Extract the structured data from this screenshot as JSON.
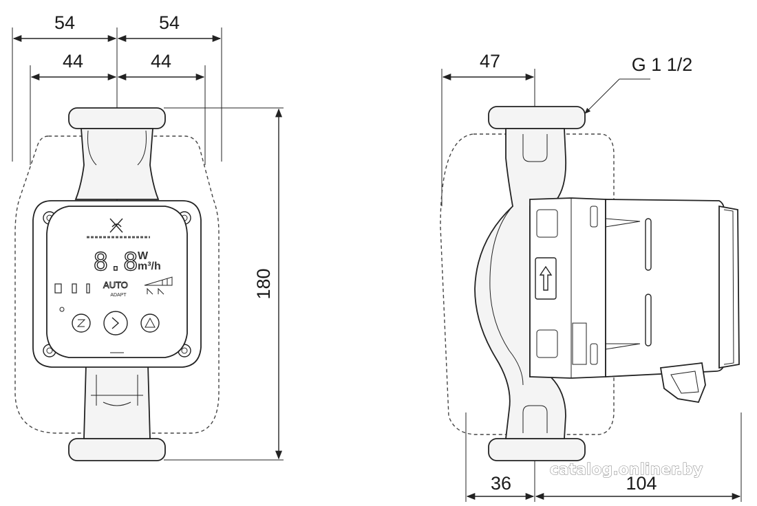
{
  "front_view": {
    "dim_top_left": "54",
    "dim_top_right": "54",
    "dim_inner_left": "44",
    "dim_inner_right": "44",
    "dim_height": "180",
    "display": {
      "digits": "8.8",
      "unit_w": "W",
      "unit_mh": "m³/h",
      "mode_auto": "AUTO",
      "mode_adapt": "ADAPT"
    }
  },
  "side_view": {
    "dim_top": "47",
    "thread_label": "G 1 1/2",
    "dim_bottom_left": "36",
    "dim_bottom_right": "104"
  },
  "watermark": "catalog.onliner.by"
}
